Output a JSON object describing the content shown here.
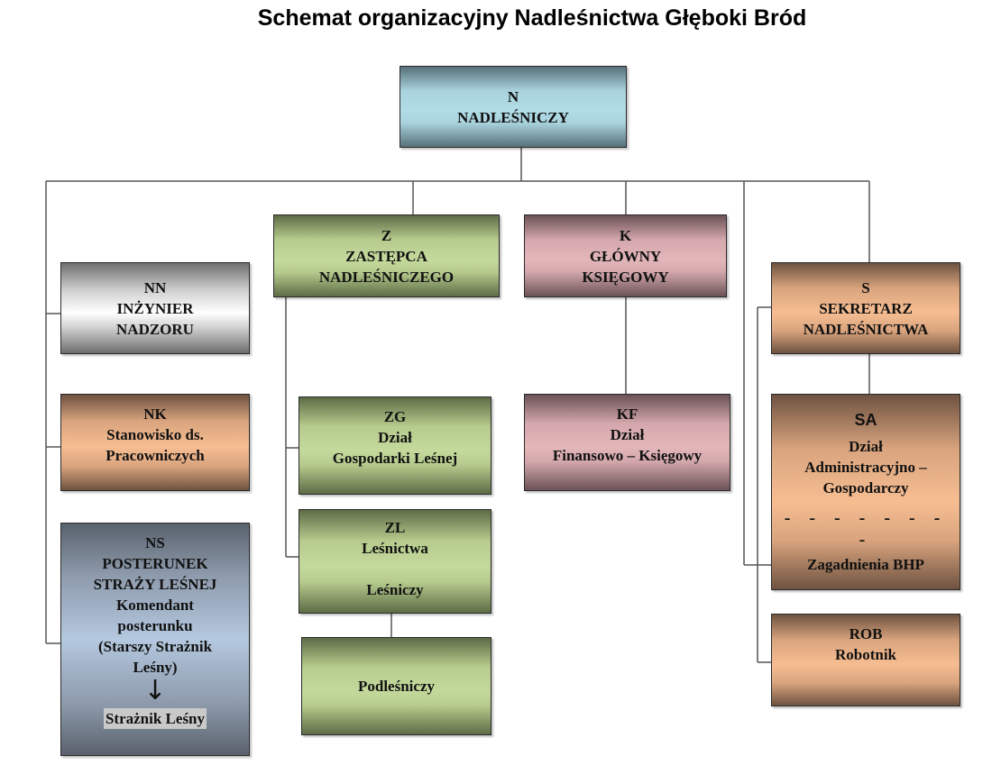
{
  "title": "Schemat organizacyjny Nadleśnictwa Głęboki Bród",
  "colors": {
    "nadlesniczy": "#b0dce6",
    "zastepca": "#c4d99c",
    "ksiegowy": "#e3b6ba",
    "inzynier": "#ffffff",
    "sekretarz": "#f6bd91",
    "straz": "#b4c8df",
    "lines": "#555555"
  },
  "nodes": {
    "n": {
      "code": "N",
      "lines": [
        "NADLEŚNICZY"
      ]
    },
    "z": {
      "code": "Z",
      "lines": [
        "ZASTĘPCA",
        "NADLEŚNICZEGO"
      ]
    },
    "k": {
      "code": "K",
      "lines": [
        "GŁÓWNY",
        "KSIĘGOWY"
      ]
    },
    "nn": {
      "code": "NN",
      "lines": [
        "INŻYNIER",
        "NADZORU"
      ]
    },
    "nk": {
      "code": "NK",
      "lines": [
        "Stanowisko ds.",
        "Pracowniczych"
      ]
    },
    "ns": {
      "code": "NS",
      "lines": [
        "POSTERUNEK",
        "STRAŻY LEŚNEJ",
        "Komendant",
        "posterunku",
        "(Starszy Strażnik",
        "Leśny)"
      ],
      "arrow": "↓",
      "sub": "Strażnik Leśny"
    },
    "zg": {
      "code": "ZG",
      "lines": [
        "Dział",
        "Gospodarki Leśnej"
      ]
    },
    "zl": {
      "code": "ZL",
      "lines": [
        "Leśnictwa",
        "Leśniczy"
      ]
    },
    "podl": {
      "lines": [
        "Podleśniczy"
      ]
    },
    "kf": {
      "code": "KF",
      "lines": [
        "Dział",
        "Finansowo  – Księgowy"
      ]
    },
    "s": {
      "code": "S",
      "lines": [
        "SEKRETARZ",
        "NADLEŚNICTWA"
      ]
    },
    "sa": {
      "code": "SA",
      "lines": [
        "Dział",
        "Administracyjno  –",
        "Gospodarczy"
      ],
      "separator": "- - - - - - - -",
      "extra": "Zagadnienia  BHP"
    },
    "rob": {
      "code": "ROB",
      "lines": [
        "Robotnik"
      ]
    }
  }
}
